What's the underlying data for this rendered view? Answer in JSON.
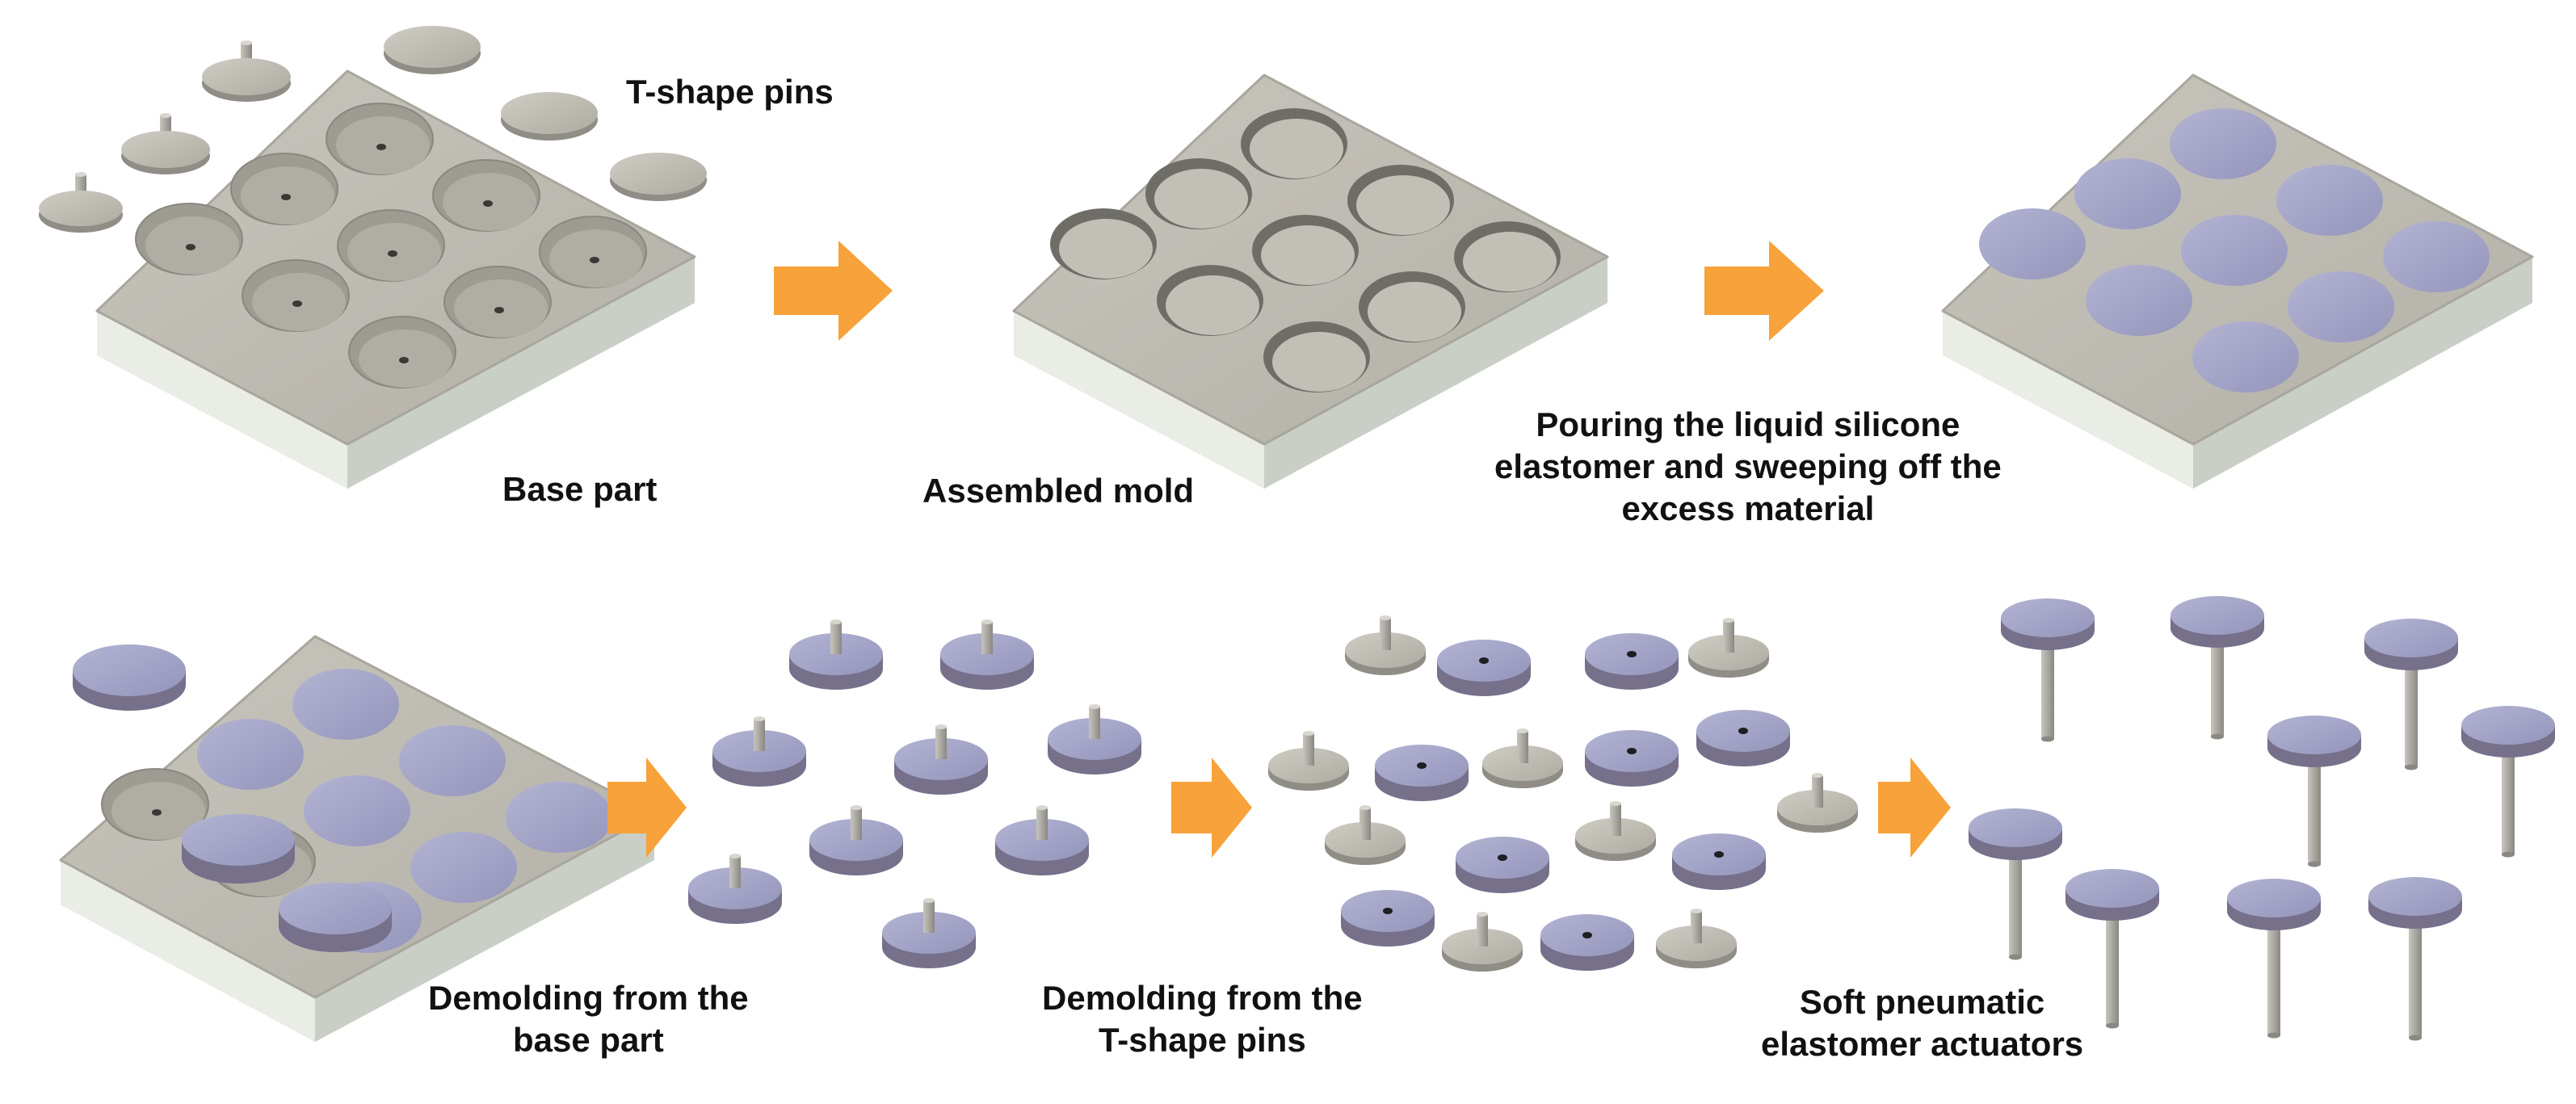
{
  "labels": {
    "t_shape_pins": "T-shape pins",
    "base_part": "Base part",
    "assembled_mold": "Assembled mold",
    "pouring": [
      "Pouring the liquid silicone",
      "elastomer and sweeping off the",
      "excess material"
    ],
    "demold_base": [
      "Demolding from the",
      "base part"
    ],
    "demold_pins": [
      "Demolding from the",
      "T-shape pins"
    ],
    "actuators": [
      "Soft pneumatic",
      "elastomer actuators"
    ]
  },
  "colors": {
    "mold_top": "#bdbab2",
    "mold_side": "#d2d8cf",
    "mold_front": "#e7ebe3",
    "cavity": "#a8a59d",
    "cavity_floor": "#b3b0a8",
    "elastomer_top": "#a3a4c6",
    "elastomer_side": "#76708b",
    "pin": "#b8b6ae",
    "pin_dark": "#8f8d86",
    "arrow": "#f7a23a",
    "text": "#111111"
  }
}
